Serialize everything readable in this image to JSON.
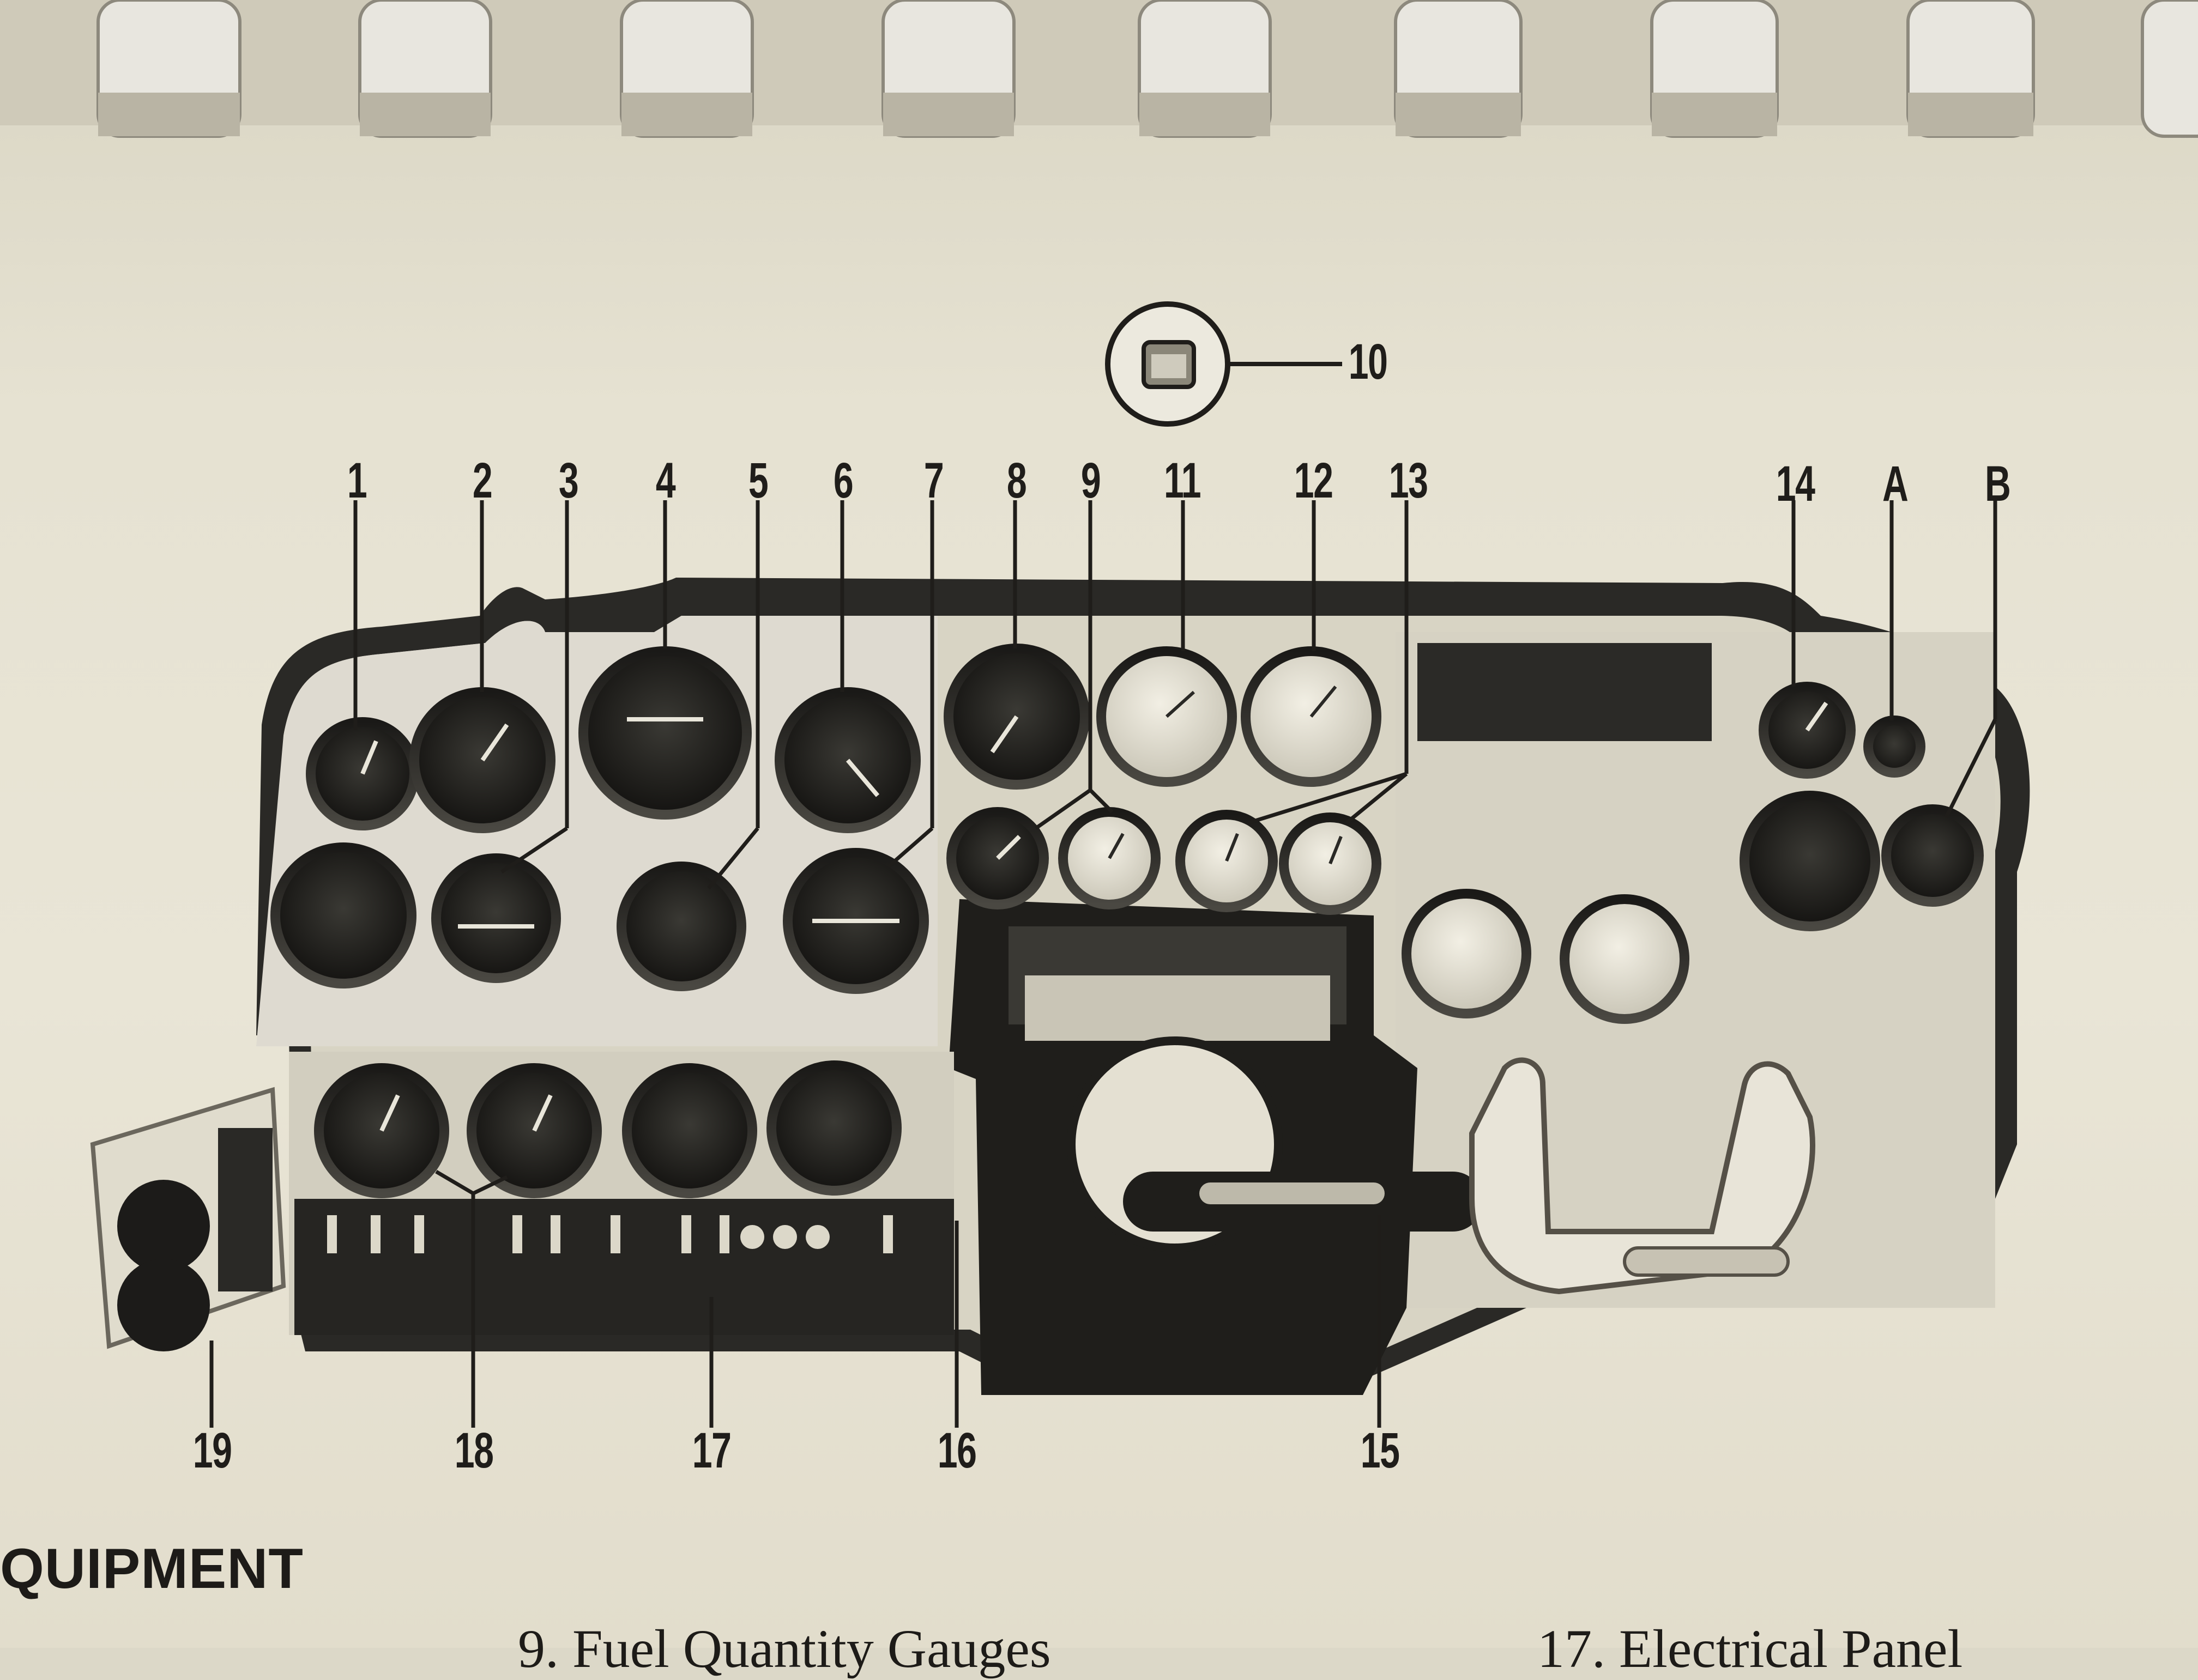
{
  "callouts": {
    "c1": "1",
    "c2": "2",
    "c3": "3",
    "c4": "4",
    "c5": "5",
    "c6": "6",
    "c7": "7",
    "c8": "8",
    "c9": "9",
    "c10": "10",
    "c11": "11",
    "c12": "12",
    "c13": "13",
    "c14": "14",
    "cA": "A",
    "cB": "B",
    "c15": "15",
    "c16": "16",
    "c17": "17",
    "c18": "18",
    "c19": "19"
  },
  "section_heading": "QUIPMENT",
  "bottom_left_text": "9.  Fuel Quantity Gauges",
  "bottom_right_text": "17.  Electrical Panel",
  "colors": {
    "paper": "#e6e2d2",
    "panel": "#1c1b19",
    "gauge_face": "#2a2926",
    "ink": "#1f1d1a"
  }
}
